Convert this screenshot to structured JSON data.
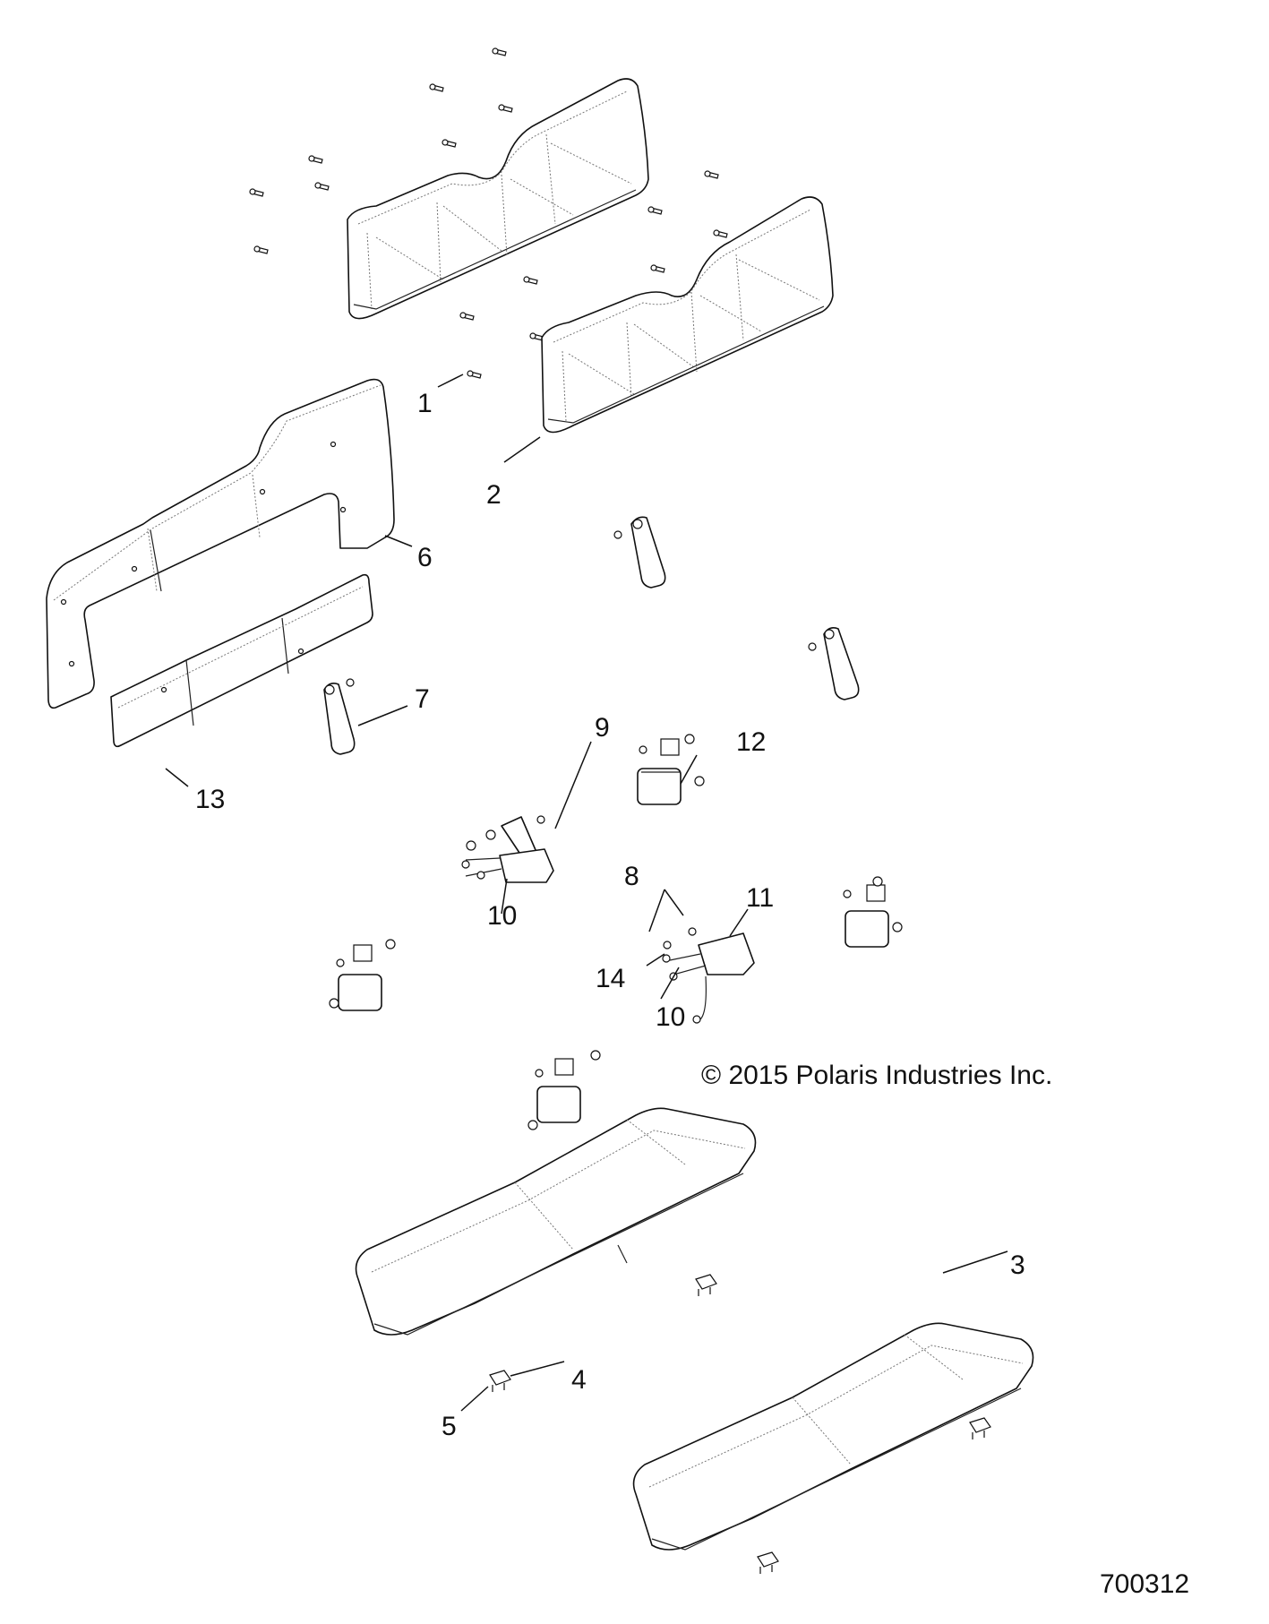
{
  "diagram": {
    "type": "exploded-parts-view",
    "subject": "seat assembly",
    "copyright": "© 2015 Polaris Industries Inc.",
    "diagram_number": "700312"
  },
  "callouts": [
    {
      "id": "1",
      "label": "1",
      "part": "screw"
    },
    {
      "id": "2",
      "label": "2",
      "part": "rear seat backrest"
    },
    {
      "id": "3",
      "label": "3",
      "part": "rear seat bottom"
    },
    {
      "id": "4",
      "label": "4",
      "part": "seat bracket"
    },
    {
      "id": "5",
      "label": "5",
      "part": "bracket screw"
    },
    {
      "id": "6",
      "label": "6",
      "part": "backrest panel"
    },
    {
      "id": "7",
      "label": "7",
      "part": "seat belt buckle"
    },
    {
      "id": "8",
      "label": "8",
      "part": "bolts"
    },
    {
      "id": "9",
      "label": "9",
      "part": "buckle assembly"
    },
    {
      "id": "10a",
      "label": "10",
      "part": "seat belt retractor"
    },
    {
      "id": "10b",
      "label": "10",
      "part": "seat belt retractor"
    },
    {
      "id": "11",
      "label": "11",
      "part": "buckle assembly"
    },
    {
      "id": "12",
      "label": "12",
      "part": "nut"
    },
    {
      "id": "13",
      "label": "13",
      "part": "backrest insert panel"
    },
    {
      "id": "14",
      "label": "14",
      "part": "washer"
    }
  ]
}
